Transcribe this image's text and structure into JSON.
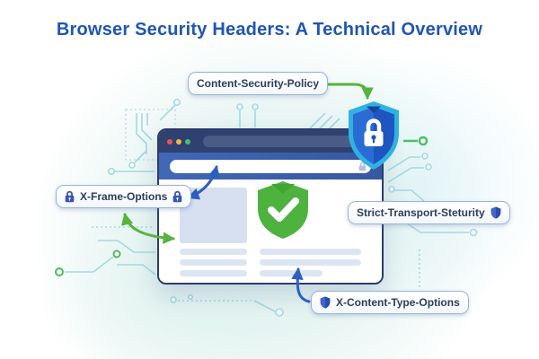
{
  "title": "Browser Security Headers: A Technical Overview",
  "header_labels": {
    "content_security_policy": "Content-Security-Policy",
    "x_frame_options": "X-Frame-Options",
    "strict_transport_security": "Strict-Transport-Steturity",
    "x_content_type_options": "X-Content-Type-Options"
  },
  "browser": {
    "address_bar_value": "",
    "search_bar_value": "",
    "window_dots": [
      "close-dot",
      "minimize-dot",
      "maximize-dot"
    ]
  },
  "icons": {
    "big_shield": "shield-lock-icon",
    "page_shield": "shield-check-icon",
    "label_lock": "lock-icon",
    "label_shield": "shield-icon",
    "address_lock": "lock-icon"
  },
  "colors": {
    "title_text": "#1e56b4",
    "label_text": "#2e3d5c",
    "label_border": "#9db2d8",
    "browser_titlebar": "#2e4170",
    "browser_toolbar": "#3d64b2",
    "arrow_green": "#57b33e",
    "arrow_blue": "#2d5fc0",
    "shield_green": "#4db33e",
    "shield_blue_left": "#2a6cd4",
    "shield_blue_right": "#1e55c0",
    "shield_cyan_border": "#2eb2e3",
    "circuit_teal": "#a5d8e2",
    "circuit_green_ring": "#52b95e",
    "dot_red": "#ef5350",
    "dot_yellow": "#f6b73c",
    "dot_green": "#46c06a"
  }
}
